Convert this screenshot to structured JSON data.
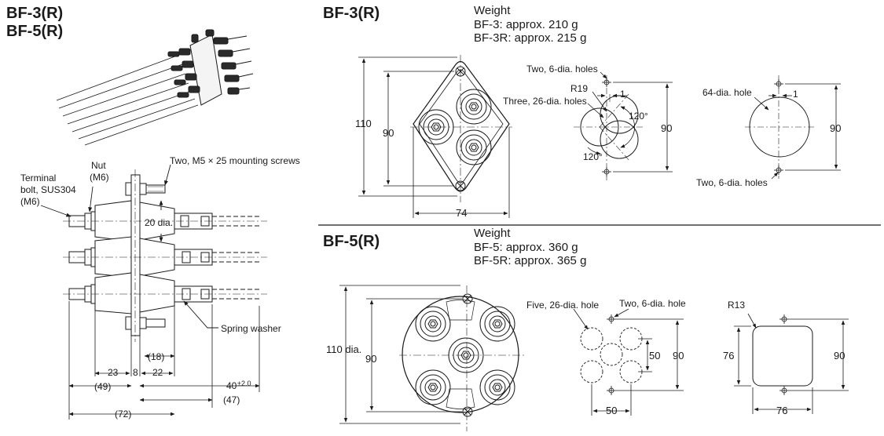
{
  "left": {
    "titles": [
      "BF-3(R)",
      "BF-5(R)"
    ],
    "labels": {
      "mounting_screws": "Two, M5 × 25 mounting screws",
      "nut": "Nut",
      "nut_size": "(M6)",
      "terminal_bolt_1": "Terminal",
      "terminal_bolt_2": "bolt, SUS304",
      "terminal_bolt_3": "(M6)",
      "dia20": "20 dia.",
      "spring_washer": "Spring washer"
    },
    "dims": {
      "d18": "(18)",
      "d23": "23",
      "d8": "8",
      "d22": "22",
      "d49": "(49)",
      "d40": "40",
      "d40_tol": "±2.0",
      "d47": "(47)",
      "d72": "(72)"
    }
  },
  "bf3": {
    "title": "BF-3(R)",
    "weight_title": "Weight",
    "weight_1": "BF-3: approx. 210 g",
    "weight_2": "BF-3R: approx. 215 g",
    "dims": {
      "h110": "110",
      "h90": "90",
      "w74": "74",
      "c90": "90",
      "r90": "90"
    },
    "labels": {
      "two_holes_top": "Two, 6-dia. holes",
      "r19": "R19",
      "three_holes": "Three, 26-dia. holes",
      "one_a": "1",
      "angle_a": "120°",
      "angle_b": "120°",
      "hole64": "64-dia. hole",
      "one_b": "1",
      "two_holes_bottom": "Two, 6-dia. holes"
    }
  },
  "bf5": {
    "title": "BF-5(R)",
    "weight_title": "Weight",
    "weight_1": "BF-5: approx. 360 g",
    "weight_2": "BF-5R: approx. 365 g",
    "dims": {
      "dia110": "110 dia.",
      "h90": "90",
      "m50": "50",
      "m90": "90",
      "w50": "50",
      "r76": "76",
      "r90": "90",
      "w76": "76"
    },
    "labels": {
      "five_holes": "Five, 26-dia. hole",
      "two_holes": "Two, 6-dia. hole",
      "r13": "R13"
    }
  }
}
